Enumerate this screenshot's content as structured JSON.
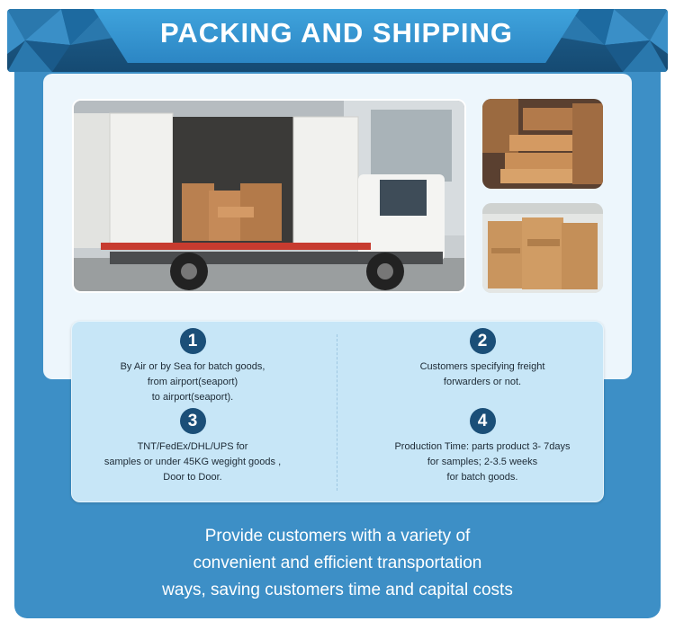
{
  "header": {
    "title": "PACKING AND SHIPPING"
  },
  "images": {
    "main": "truck-loaded-with-cartons",
    "top_right": "stacked-cartons-in-truck",
    "bottom_right": "wrapped-cartons-in-container"
  },
  "options": [
    {
      "number": "1",
      "lines": [
        "By Air or by Sea for batch goods,",
        "from airport(seaport)",
        "to airport(seaport)."
      ]
    },
    {
      "number": "2",
      "lines": [
        "Customers specifying freight",
        "forwarders or not."
      ]
    },
    {
      "number": "3",
      "lines": [
        "TNT/FedEx/DHL/UPS for",
        "samples or under 45KG wegight goods ,",
        "Door to Door."
      ]
    },
    {
      "number": "4",
      "lines": [
        "Production Time: parts product 3- 7days",
        "for samples; 2-3.5 weeks",
        "for batch goods."
      ]
    }
  ],
  "footer": {
    "lines": [
      "Provide customers with a variety of",
      "convenient and  efficient transportation",
      "ways, saving customers time and capital costs"
    ]
  },
  "colors": {
    "outer": "#3d8fc6",
    "banner": "#1f5f8d",
    "title_bar": "#3fa3dc",
    "badge": "#1b4f78",
    "card": "#c7e6f7"
  }
}
